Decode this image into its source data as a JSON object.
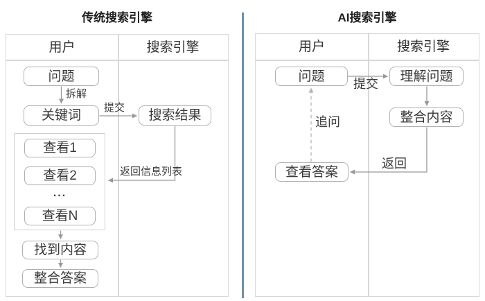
{
  "left_panel": {
    "title": "传统搜索引擎",
    "header": {
      "user": "用户",
      "engine": "搜索引擎"
    },
    "nodes": {
      "question": "问题",
      "keywords": "关键词",
      "search_results": "搜索结果",
      "view_1": "查看1",
      "view_2": "查看2",
      "ellipsis": "...",
      "view_n": "查看N",
      "found_content": "找到内容",
      "integrate_answer": "整合答案"
    },
    "edge_labels": {
      "decompose": "拆解",
      "submit": "提交",
      "return_info_list": "返回信息列表"
    }
  },
  "right_panel": {
    "title": "AI搜索引擎",
    "header": {
      "user": "用户",
      "engine": "搜索引擎"
    },
    "nodes": {
      "question": "问题",
      "understand_question": "理解问题",
      "integrate_content": "整合内容",
      "view_answer": "查看答案"
    },
    "edge_labels": {
      "submit": "提交",
      "follow_up": "追问",
      "return": "返回"
    }
  },
  "colors": {
    "divider_accent": "#6e92a6",
    "panel_border": "#d8d8d8",
    "box_border": "#b0b0b0",
    "arrow": "#999999",
    "dashed_arrow": "#b5b5b5",
    "text": "#333333"
  }
}
